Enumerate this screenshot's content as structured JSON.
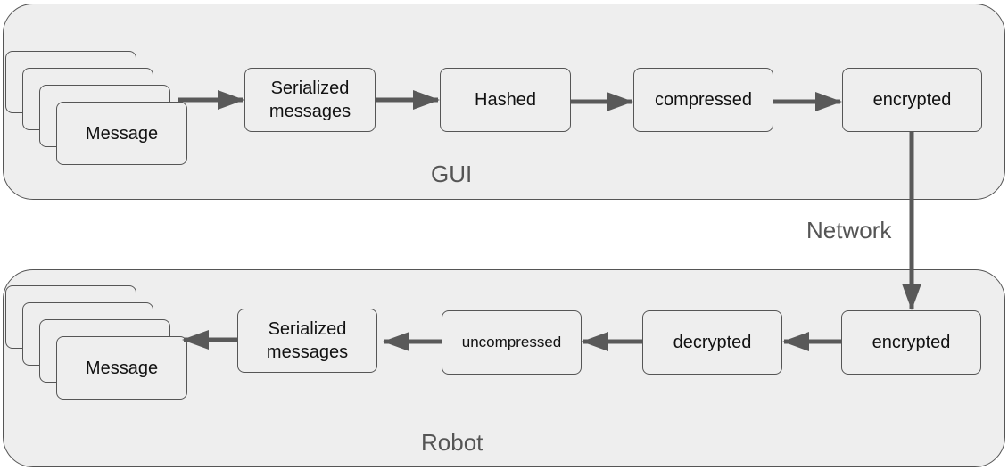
{
  "gui": {
    "label": "GUI",
    "message": "Message",
    "serialized": "Serialized\nmessages",
    "hashed": "Hashed",
    "compressed": "compressed",
    "encrypted": "encrypted"
  },
  "network_label": "Network",
  "robot": {
    "label": "Robot",
    "encrypted": "encrypted",
    "decrypted": "decrypted",
    "uncompressed": "uncompressed",
    "serialized": "Serialized\nmessages",
    "message": "Message"
  },
  "colors": {
    "region_fill": "#eeeeee",
    "stroke": "#555555",
    "arrow": "#595959",
    "text": "#111111",
    "label_text": "#555555"
  }
}
